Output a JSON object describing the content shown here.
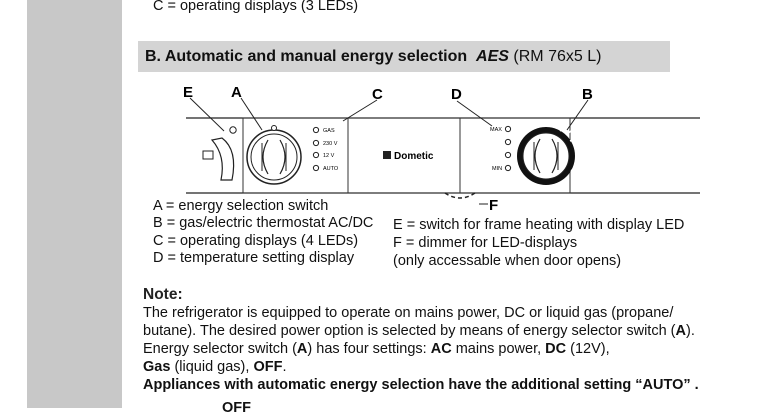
{
  "top_line": "C = operating displays (3 LEDs)",
  "section_heading": {
    "prefix": "B. Automatic and manual energy selection",
    "code": "AES",
    "model": "(RM 76x5 L)"
  },
  "diagram": {
    "callouts": [
      "E",
      "A",
      "C",
      "D",
      "B",
      "F"
    ],
    "led_labels_left": [
      "GAS",
      "230 V",
      "12 V",
      "AUTO"
    ],
    "led_labels_right": [
      "MAX",
      "MIN"
    ],
    "brand": "Dometic"
  },
  "legend_left": [
    "A = energy selection switch",
    "B = gas/electric thermostat AC/DC",
    "C = operating displays (4 LEDs)",
    "D = temperature setting display"
  ],
  "legend_right": [
    "E = switch for frame heating with display LED",
    "F = dimmer for LED-displays",
    "(only accessable when door opens)"
  ],
  "note": {
    "title": "Note:",
    "line1": "The refrigerator is equipped to operate on mains power, DC or liquid gas (propane/",
    "line2_pre": "butane). The desired power option is selected by means of energy selector switch (",
    "line2_bold": "A",
    "line2_post": ").",
    "line3_pre": "Energy selector switch (",
    "line3_bold1": "A",
    "line3_mid1": ") has four settings: ",
    "line3_bold2": "AC",
    "line3_mid2": " mains power, ",
    "line3_bold3": "DC",
    "line3_post": " (12V),",
    "line4_bold1": "Gas",
    "line4_mid": " (liquid gas), ",
    "line4_bold2": "OFF",
    "line4_post": ".",
    "line5": "Appliances with automatic energy selection have the additional setting “AUTO” ."
  },
  "bottom_partial": "OFF"
}
